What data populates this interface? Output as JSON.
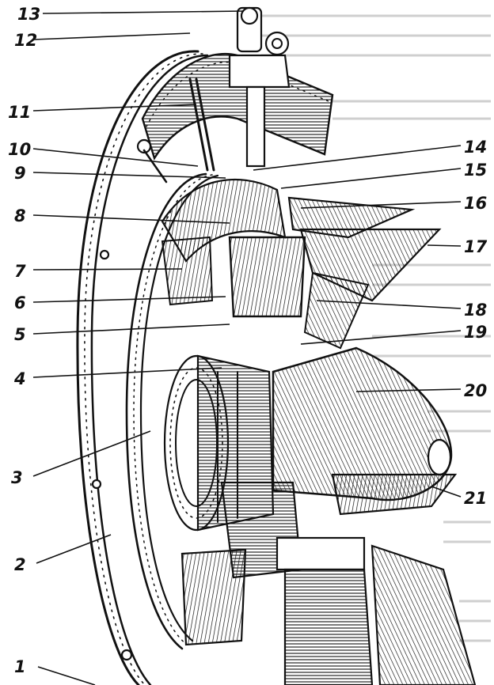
{
  "figure": {
    "callouts": [
      "1",
      "2",
      "3",
      "4",
      "5",
      "6",
      "7",
      "8",
      "9",
      "10",
      "11",
      "12",
      "13",
      "14",
      "15",
      "16",
      "17",
      "18",
      "19",
      "20",
      "21"
    ]
  },
  "colors": {
    "ink": "#111111",
    "paper": "#ffffff"
  }
}
